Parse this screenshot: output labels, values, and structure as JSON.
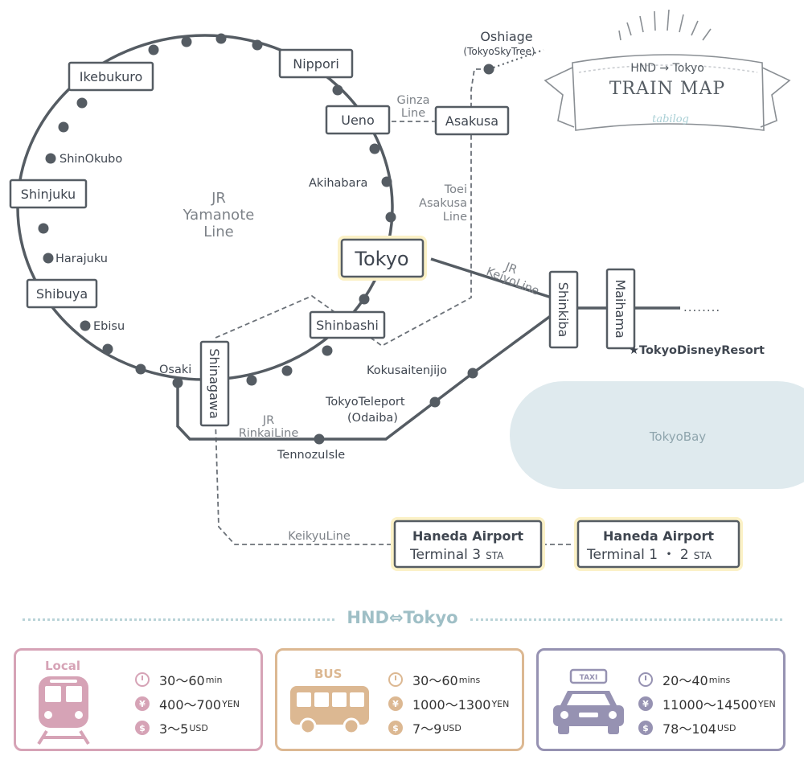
{
  "colors": {
    "line": "#555c63",
    "dash": "#6b7178",
    "highlight_glow": "#fbf1c6",
    "bay": "#dfeaee",
    "local": "#d6a3b6",
    "bus": "#dcb892",
    "taxi": "#9692b2",
    "divider": "#b9d3d8"
  },
  "title_banner": {
    "route": "HND → Tokyo",
    "title": "TRAIN MAP",
    "signature": "tabilog"
  },
  "yamanote_label": [
    "JR",
    "Yamanote",
    "Line"
  ],
  "stations": {
    "ikebukuro": "Ikebukuro",
    "nippori": "Nippori",
    "ueno": "Ueno",
    "asakusa": "Asakusa",
    "shinjuku": "Shinjuku",
    "shibuya": "Shibuya",
    "tokyo": "Tokyo",
    "shinbashi": "Shinbashi",
    "shinagawa": "Shinagawa",
    "shinkiba": "Shinkiba",
    "maihama": "Maihama",
    "oshiage": "Oshiage",
    "oshiage_sub": "(TokyoSkyTree)",
    "shinokubo": "ShinOkubo",
    "harajuku": "Harajuku",
    "ebisu": "Ebisu",
    "osaki": "Osaki",
    "akihabara": "Akihabara",
    "kokusaitenjijo": "Kokusaitenjijo",
    "tokyoteleport": "TokyoTeleport",
    "tokyoteleport_sub": "(Odaiba)",
    "tennozuisle": "TennozuIsle",
    "disney": "★TokyoDisneyResort",
    "haneda3_line1": "Haneda Airport",
    "haneda3_line2": "Terminal 3",
    "haneda3_sta": "STA",
    "haneda12_line1": "Haneda Airport",
    "haneda12_line2": "Terminal 1 ・ 2",
    "haneda12_sta": "STA"
  },
  "line_labels": {
    "ginza": [
      "Ginza",
      "Line"
    ],
    "toei": [
      "Toei",
      "Asakusa",
      "Line"
    ],
    "keiyo": [
      "JR",
      "KeiyoLine"
    ],
    "rinkai": [
      "JR",
      "RinkaiLine"
    ],
    "keikyu": "KeikyuLine",
    "bay": "TokyoBay",
    "dots": "........"
  },
  "section_heading": "HND⇔Tokyo",
  "transport": [
    {
      "label": "Local",
      "time": "30〜60",
      "time_unit": "min",
      "price": "400〜700",
      "price_unit": "YEN",
      "usd": "3〜5",
      "usd_unit": "USD",
      "icon": "train-icon"
    },
    {
      "label": "BUS",
      "time": "30〜60",
      "time_unit": "mins",
      "price": "1000〜1300",
      "price_unit": "YEN",
      "usd": "7〜9",
      "usd_unit": "USD",
      "icon": "bus-icon"
    },
    {
      "label": "TAXI",
      "time": "20〜40",
      "time_unit": "mins",
      "price": "11000〜14500",
      "price_unit": "YEN",
      "usd": "78〜104",
      "usd_unit": "USD",
      "icon": "taxi-icon"
    }
  ],
  "icon_glyphs": {
    "yen": "¥",
    "dollar": "$"
  }
}
